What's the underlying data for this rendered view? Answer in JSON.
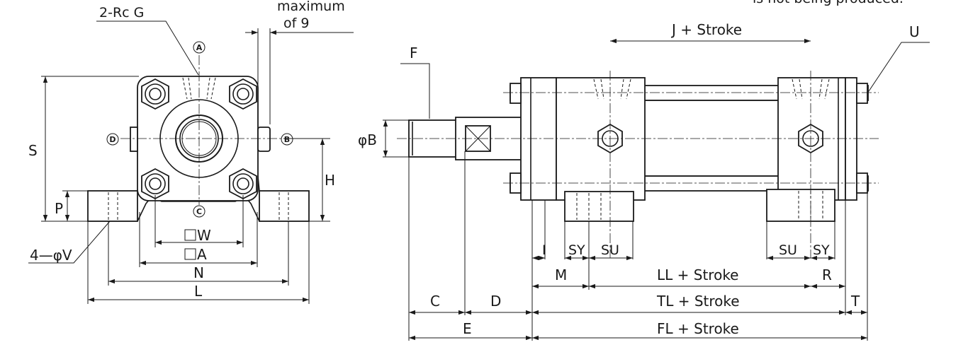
{
  "labels": {
    "port_g": "2-Rc  G",
    "max_line1": "maximum",
    "max_line2": "of 9",
    "top_note": "is not being produced.",
    "port_a": "A",
    "port_b": "B",
    "port_c": "C",
    "port_d": "D",
    "dim_s": "S",
    "dim_p": "P",
    "dim_h": "H",
    "dim_w": "W",
    "dim_a": "A",
    "dim_n": "N",
    "dim_l": "L",
    "dim_v": "4—φV",
    "dim_f": "F",
    "dim_b": "φB",
    "dim_j": "J + Stroke",
    "dim_u": "U",
    "dim_i": "I",
    "dim_sy_l": "SY",
    "dim_su_l": "SU",
    "dim_su_r": "SU",
    "dim_sy_r": "SY",
    "dim_m": "M",
    "dim_ll": "LL + Stroke",
    "dim_r": "R",
    "dim_c": "C",
    "dim_d": "D",
    "dim_tl": "TL + Stroke",
    "dim_t": "T",
    "dim_e": "E",
    "dim_fl": "FL + Stroke"
  }
}
